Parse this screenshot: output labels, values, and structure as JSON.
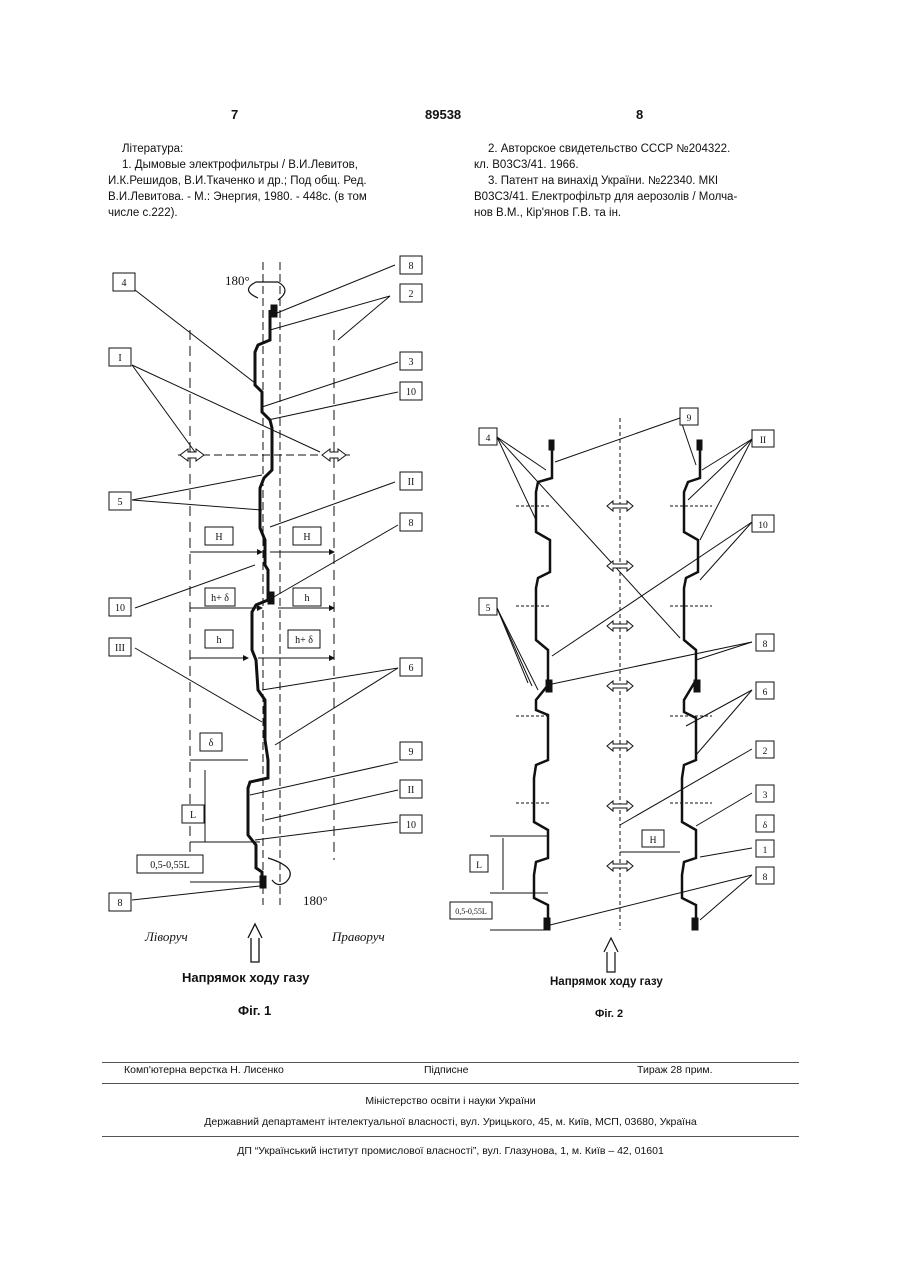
{
  "header": {
    "left_page": "7",
    "patent_number": "89538",
    "right_page": "8"
  },
  "left_column": {
    "heading": "Література:",
    "ref1_lines": [
      "1. Дымовые электрофильтры / В.И.Левитов,",
      "И.К.Решидов, В.И.Ткаченко и др.; Под общ. Ред.",
      "В.И.Левитова. - М.: Энергия, 1980. - 448с. (в том",
      "числе с.222)."
    ]
  },
  "right_column": {
    "ref2_lines": [
      "2. Авторское свидетельство СССР №204322.",
      "кл. B03C3/41. 1966."
    ],
    "ref3_lines": [
      "3. Патент на винахід України. №22340. МКІ",
      "B03C3/41. Електрофільтр для аерозолів / Молча-",
      "нов В.М., Кір'янов Г.В. та ін."
    ]
  },
  "figure1": {
    "labels": {
      "l4": "4",
      "l8a": "8",
      "l2": "2",
      "lI": "I",
      "l3": "3",
      "l10a": "10",
      "l5": "5",
      "lII": "II",
      "l8b": "8",
      "l10b": "10",
      "lIII": "III",
      "l6": "6",
      "l9": "9",
      "lII2": "II",
      "l10c": "10",
      "l8c": "8"
    },
    "dims": {
      "H1": "H",
      "H2": "H",
      "hd1": "h+ δ",
      "h1": "h",
      "h2": "h",
      "hd2": "h+ δ",
      "delta": "δ",
      "L": "L",
      "ratio": "0,5-0,55L"
    },
    "rotation_top": "180°",
    "rotation_bottom": "180°",
    "left_label": "Ліворуч",
    "right_label": "Праворуч",
    "gas_direction": "Напрямок ходу газу",
    "caption": "Фіг. 1"
  },
  "figure2": {
    "labels": {
      "l4": "4",
      "l9": "9",
      "lII": "II",
      "l10": "10",
      "l5": "5",
      "l8a": "8",
      "l6": "6",
      "l2": "2",
      "l3": "3",
      "ld": "δ",
      "l1": "1",
      "l8b": "8"
    },
    "dims": {
      "H": "H",
      "L": "L",
      "ratio": "0,5-0,55L"
    },
    "gas_direction": "Напрямок ходу газу",
    "caption": "Фіг. 2"
  },
  "footer": {
    "layout": "Комп'ютерна верстка Н. Лисенко",
    "signed": "Підписне",
    "circulation": "Тираж 28 прим.",
    "ministry": "Міністерство освіти і науки України",
    "department": "Державний департамент інтелектуальної власності, вул. Урицького, 45, м. Київ, МСП, 03680, Україна",
    "institute": "ДП “Український інститут промислової власності”, вул. Глазунова, 1, м. Київ – 42, 01601"
  }
}
